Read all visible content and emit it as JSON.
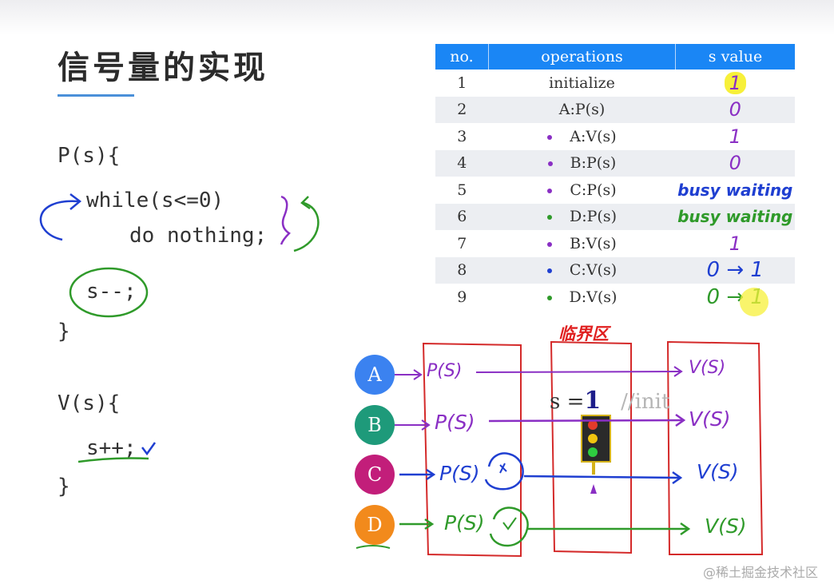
{
  "title": "信号量的实现",
  "code": {
    "p_header": "P(s){",
    "p_while": "while(s<=0)",
    "p_body": "do nothing;",
    "p_dec": "s--;",
    "p_close": "}",
    "v_header": "V(s){",
    "v_inc": "s++;",
    "v_close": "}"
  },
  "table": {
    "headers": [
      "no.",
      "operations",
      "s value"
    ],
    "rows": [
      {
        "no": "1",
        "op": "initialize",
        "s": "1"
      },
      {
        "no": "2",
        "op": "A:P(s)",
        "s": "0"
      },
      {
        "no": "3",
        "op": "A:V(s)",
        "s": "1"
      },
      {
        "no": "4",
        "op": "B:P(s)",
        "s": "0"
      },
      {
        "no": "5",
        "op": "C:P(s)",
        "s": "busy waiting"
      },
      {
        "no": "6",
        "op": "D:P(s)",
        "s": "busy waiting"
      },
      {
        "no": "7",
        "op": "B:V(s)",
        "s": "1"
      },
      {
        "no": "8",
        "op": "C:V(s)",
        "s": "0 → 1"
      },
      {
        "no": "9",
        "op": "D:V(s)",
        "s": "0 → 1"
      }
    ]
  },
  "diagram": {
    "processes": [
      {
        "label": "A",
        "color": "#3b82f0"
      },
      {
        "label": "B",
        "color": "#1e9a7a"
      },
      {
        "label": "C",
        "color": "#c21e7a"
      },
      {
        "label": "D",
        "color": "#f28a1c"
      }
    ],
    "critical_section_label": "临界区",
    "s_init_prefix": "s =",
    "s_init_value": "1",
    "s_init_comment": "//init",
    "p_label_a": "P(S)",
    "p_label_b": "P(S)",
    "p_label_c": "P(S)",
    "p_label_d": "P(S)",
    "v_label_a": "V(S)",
    "v_label_b": "V(S)",
    "v_label_c": "V(S)",
    "v_label_d": "V(S)"
  },
  "colors": {
    "table_header": "#1a86f5",
    "purple": "#8a2fc4",
    "blue": "#1f3fd1",
    "green": "#2f9a2a",
    "red": "#d42a2a",
    "highlight": "#f7f03a"
  },
  "watermark": "@稀土掘金技术社区"
}
